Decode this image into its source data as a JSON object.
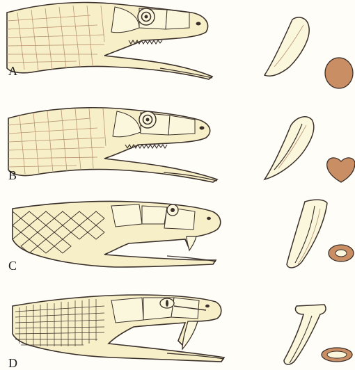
{
  "figure": {
    "panels": [
      {
        "label": "A"
      },
      {
        "label": "B"
      },
      {
        "label": "C"
      },
      {
        "label": "D"
      }
    ],
    "colors": {
      "background": "#fffdf7",
      "ink": "#3a2f2a",
      "skin": "#f6efc8",
      "scale_fill": "#fbf7dc",
      "tooth_fill": "#fbf7dc",
      "section_fill": "#c98e63",
      "lines": "#b9926e"
    }
  }
}
